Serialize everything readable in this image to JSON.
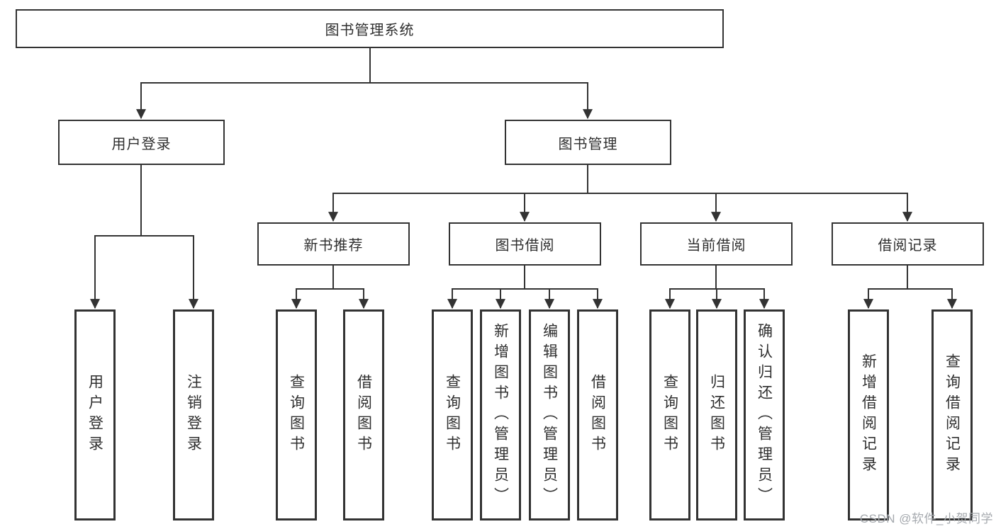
{
  "page": {
    "background": "#ffffff"
  },
  "watermark": {
    "text": "CSDN @软件_小贺同学",
    "color": "#a5a9ae"
  },
  "diagram": {
    "type": "hierarchy-tree",
    "colors": {
      "line": "#333333",
      "box_border": "#333333",
      "text": "#2f2f2f",
      "background": "#ffffff"
    },
    "root": {
      "label": "图书管理系统"
    },
    "level2": [
      {
        "id": "user-login",
        "label": "用户登录",
        "parent": "图书管理系统"
      },
      {
        "id": "book-management",
        "label": "图书管理",
        "parent": "图书管理系统"
      }
    ],
    "level3": [
      {
        "id": "new-book-recommend",
        "label": "新书推荐",
        "parent": "图书管理"
      },
      {
        "id": "book-borrowing",
        "label": "图书借阅",
        "parent": "图书管理"
      },
      {
        "id": "current-borrowing",
        "label": "当前借阅",
        "parent": "图书管理"
      },
      {
        "id": "borrowing-records",
        "label": "借阅记录",
        "parent": "图书管理"
      }
    ],
    "leaves": [
      {
        "label": "用户登录",
        "parent": "用户登录"
      },
      {
        "label": "注销登录",
        "parent": "用户登录"
      },
      {
        "label": "查询图书",
        "parent": "新书推荐"
      },
      {
        "label": "借阅图书",
        "parent": "新书推荐"
      },
      {
        "label": "查询图书",
        "parent": "图书借阅"
      },
      {
        "label": "新增图书（管理员）",
        "parent": "图书借阅"
      },
      {
        "label": "编辑图书（管理员）",
        "parent": "图书借阅"
      },
      {
        "label": "借阅图书",
        "parent": "图书借阅"
      },
      {
        "label": "查询图书",
        "parent": "当前借阅"
      },
      {
        "label": "归还图书",
        "parent": "当前借阅"
      },
      {
        "label": "确认归还（管理员）",
        "parent": "当前借阅"
      },
      {
        "label": "新增借阅记录",
        "parent": "借阅记录"
      },
      {
        "label": "查询借阅记录",
        "parent": "借阅记录"
      }
    ]
  }
}
